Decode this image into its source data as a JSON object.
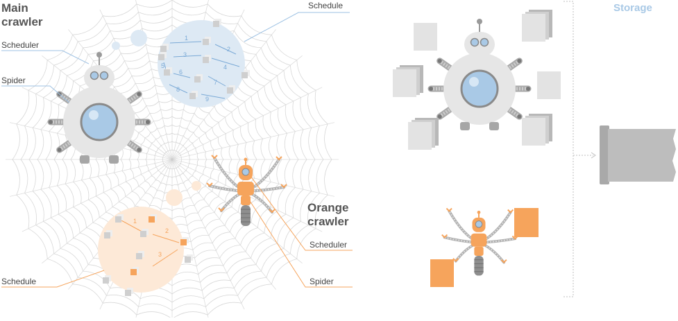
{
  "left": {
    "main_crawler": [
      "Main",
      "crawler"
    ],
    "orange_crawler": [
      "Orange",
      "crawler"
    ],
    "scheduler_label": "Scheduler",
    "spider_label": "Spider",
    "schedule_label": "Schedule",
    "orange_scheduler_label": "Scheduler",
    "orange_spider_label": "Spider",
    "orange_schedule_label": "Schedule",
    "blue_steps": [
      "1",
      "2",
      "3",
      "4",
      "5",
      "6",
      "7",
      "8",
      "9"
    ],
    "orange_steps": [
      "1",
      "2",
      "3"
    ]
  },
  "right": {
    "storage_label": "Storage"
  },
  "colors": {
    "accent_blue": "#a9c9e6",
    "schedule_blue": "#dde9f4",
    "accent_orange": "#f6a45c",
    "schedule_orange": "#fde9d7",
    "robot_grey": "#e6e6e6",
    "web_grey": "#d4d4d4"
  }
}
